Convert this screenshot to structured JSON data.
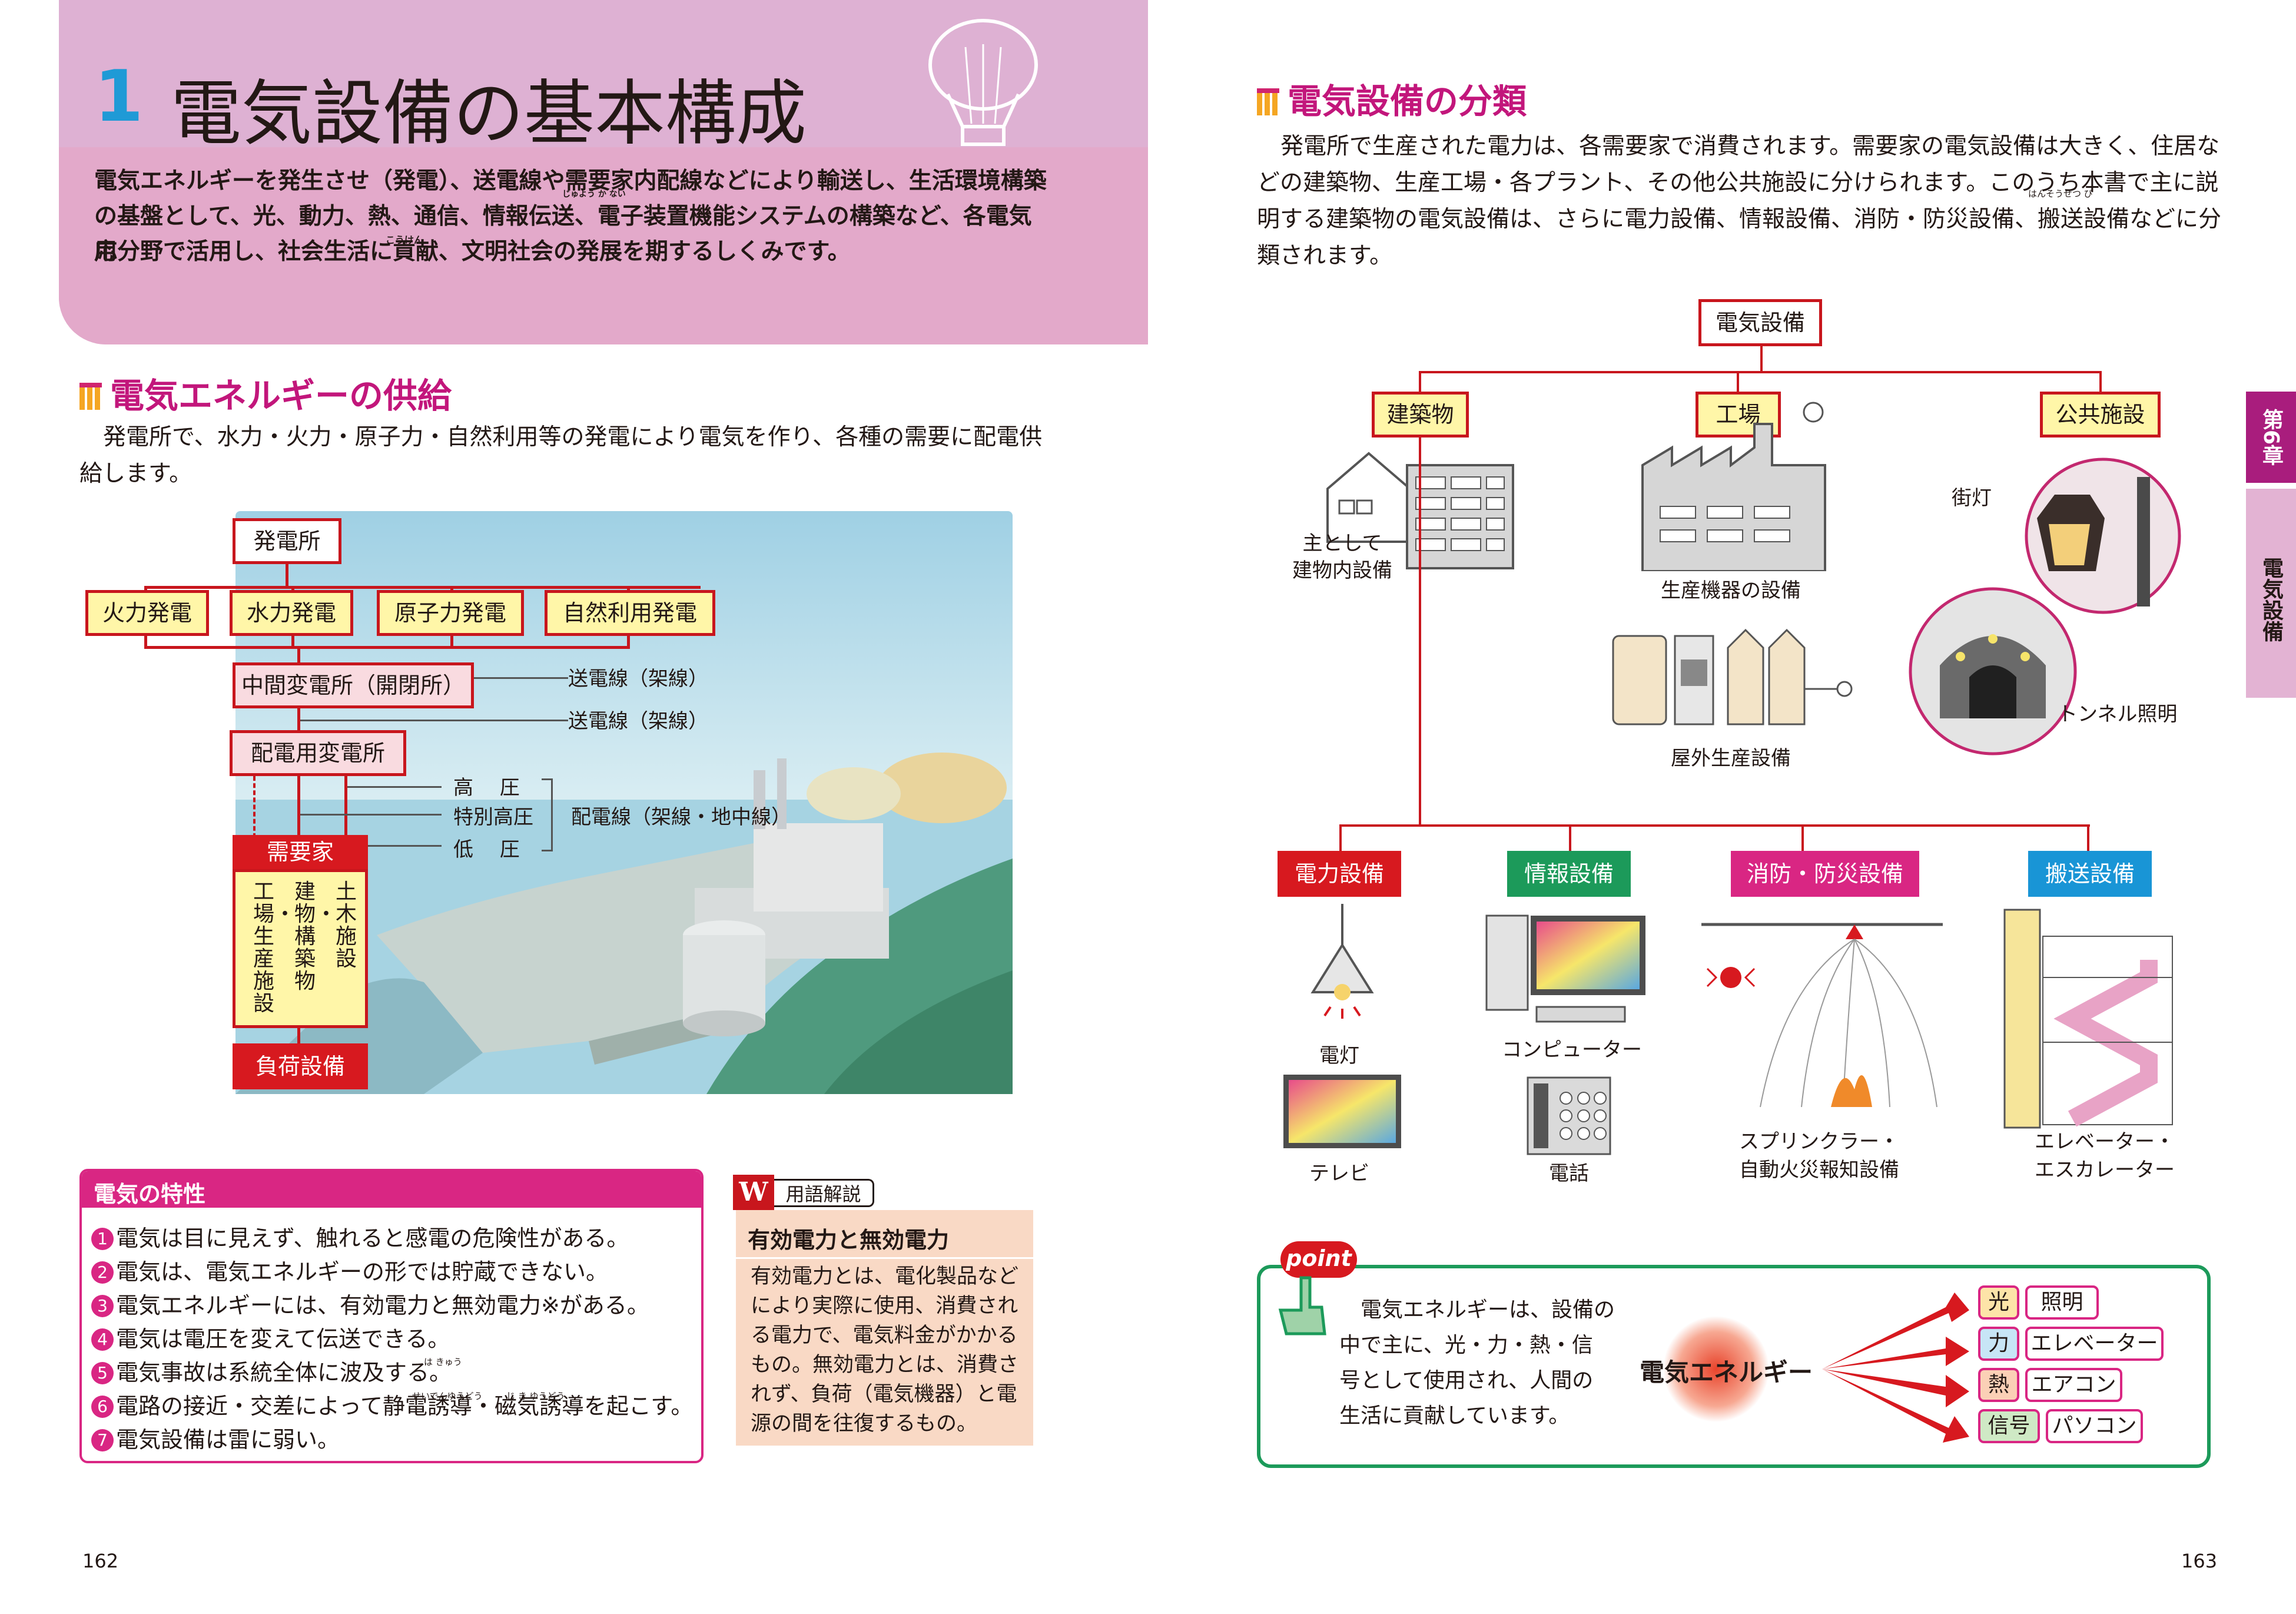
{
  "header": {
    "chapter_number": "1",
    "chapter_title": "電気設備の基本構成",
    "intro_lines": [
      "電気エネルギーを発生させ（発電）、送電線や需要家内配線などにより輸送し、生活環境構築",
      "の基盤として、光、動力、熱、通信、情報伝送、電子装置機能システムの構築など、各電気応",
      "用分野で活用し、社会生活に貢献、文明社会の発展を期するしくみです。"
    ],
    "ruby_juyouka_nai": "じゅよう か ない",
    "ruby_kouken": "こうけん"
  },
  "supply": {
    "heading": "電気エネルギーの供給",
    "body_lines": [
      "発電所で、水力・火力・原子力・自然利用等の発電により電気を作り、各種の需要に配電供",
      "給します。"
    ],
    "diagram": {
      "plant": "発電所",
      "sources": [
        "火力発電",
        "水力発電",
        "原子力発電",
        "自然利用発電"
      ],
      "substation_mid": "中間変電所（開閉所）",
      "line_label_1": "送電線（架線）",
      "line_label_2": "送電線（架線）",
      "substation_dist": "配電用変電所",
      "voltages": [
        "高　 圧",
        "特別高圧",
        "低　 圧"
      ],
      "dist_line": "配電線（架線・地中線）",
      "consumer": "需要家",
      "consumer_cols": [
        "土木施設",
        "建物・構築物",
        "工場・生産施設"
      ],
      "load": "負荷設備"
    }
  },
  "properties": {
    "title": "電気の特性",
    "items": [
      {
        "n": "1",
        "text": "電気は目に見えず、触れると感電の危険性がある。"
      },
      {
        "n": "2",
        "text": "電気は、電気エネルギーの形では貯蔵できない。"
      },
      {
        "n": "3",
        "text": "電気エネルギーには、有効電力と無効電力※がある。"
      },
      {
        "n": "4",
        "text": "電気は電圧を変えて伝送できる。"
      },
      {
        "n": "5",
        "text": "電気事故は系統全体に波及する。"
      },
      {
        "n": "6",
        "text": "電路の接近・交差によって静電誘導・磁気誘導を起こす。"
      },
      {
        "n": "7",
        "text": "電気設備は雷に弱い。"
      }
    ],
    "ruby_hakyuu": "は きゅう",
    "ruby_seiden": "せいでんゆうどう",
    "ruby_jiki": "じ き ゆうどう"
  },
  "glossary": {
    "badge": "W",
    "label": "用語解説",
    "term": "有効電力と無効電力",
    "lines": [
      "有効電力とは、電化製品など",
      "により実際に使用、消費され",
      "る電力で、電気料金がかかる",
      "もの。無効電力とは、消費さ",
      "れず、負荷（電気機器）と電",
      "源の間を往復するもの。"
    ]
  },
  "classification": {
    "heading": "電気設備の分類",
    "body_lines": [
      "発電所で生産された電力は、各需要家で消費されます。需要家の電気設備は大きく、住居な",
      "どの建築物、生産工場・各プラント、その他公共施設に分けられます。このうち本書で主に説",
      "明する建築物の電気設備は、さらに電力設備、情報設備、消防・防災設備、搬送設備などに分",
      "類されます。"
    ],
    "ruby_hansou": "はんそうせつ び",
    "root": "電気設備",
    "groups": [
      "建築物",
      "工場",
      "公共施設"
    ],
    "captions": {
      "building": [
        "主として",
        "建物内設備"
      ],
      "factory": "生産機器の設備",
      "outdoor": "屋外生産設備",
      "streetlight": "街灯",
      "tunnel": "トンネル照明"
    },
    "categories": [
      {
        "label": "電力設備",
        "color": "#d7191f",
        "items": [
          "電灯",
          "テレビ"
        ]
      },
      {
        "label": "情報設備",
        "color": "#1c9a5a",
        "items": [
          "コンピューター",
          "電話"
        ]
      },
      {
        "label": "消防・防災設備",
        "color": "#d92683",
        "items": [
          "スプリンクラー・",
          "自動火災報知設備"
        ]
      },
      {
        "label": "搬送設備",
        "color": "#1995d6",
        "items": [
          "エレベーター・",
          "エスカレーター"
        ]
      }
    ]
  },
  "point": {
    "badge": "point",
    "lines": [
      "電気エネルギーは、設備の",
      "中で主に、光・力・熱・信",
      "号として使用され、人間の",
      "生活に貢献しています。"
    ],
    "center": "電気エネルギー",
    "outputs": [
      {
        "k": "光",
        "v": "照明"
      },
      {
        "k": "力",
        "v": "エレベーター"
      },
      {
        "k": "熱",
        "v": "エアコン"
      },
      {
        "k": "信号",
        "v": "パソコン"
      }
    ]
  },
  "side_tab": {
    "chapter": "第6章",
    "name": "電気設備"
  },
  "page_numbers": {
    "left": "162",
    "right": "163"
  }
}
